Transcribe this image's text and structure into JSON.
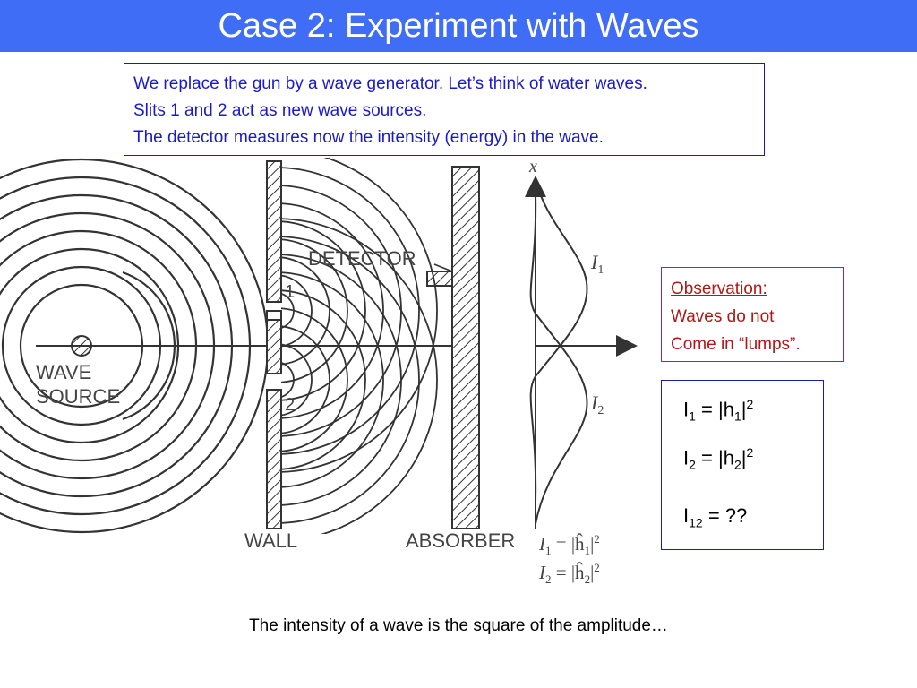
{
  "slide": {
    "title": "Case 2: Experiment with Waves",
    "intro_lines": [
      "We replace the gun by a wave generator. Let’s think of water waves.",
      "Slits 1 and 2 act as new wave sources.",
      "The detector measures now the intensity (energy) in the wave."
    ],
    "observation": {
      "heading": "Observation:",
      "lines": [
        "Waves do not",
        "Come in “lumps”."
      ]
    },
    "formulas": [
      {
        "base": "I",
        "sub": "1",
        "mid": " = |h",
        "sub2": "1",
        "end": "|",
        "sup": "2"
      },
      {
        "base": "I",
        "sub": "2",
        "mid": " = |h",
        "sub2": "2",
        "end": "|",
        "sup": "2"
      },
      {
        "base": "I",
        "sub": "12",
        "mid": " = ??"
      }
    ],
    "footer": "The intensity of a wave is the square of the amplitude…"
  },
  "diagram": {
    "labels": {
      "wave_source_1": "WAVE",
      "wave_source_2": "SOURCE",
      "detector": "DETECTOR",
      "slit1": "1",
      "slit2": "2",
      "wall": "WALL",
      "absorber": "ABSORBER",
      "axis_x": "x",
      "curve1": "I",
      "curve1_sub": "1",
      "curve2": "I",
      "curve2_sub": "2",
      "eq1_lhs": "I",
      "eq1_sub": "1",
      "eq1_rhs": " = |ĥ",
      "eq1_rsub": "1",
      "eq1_end": "|",
      "eq1_sup": "2",
      "eq2_lhs": "I",
      "eq2_sub": "2",
      "eq2_rhs": " = |ĥ",
      "eq2_rsub": "2",
      "eq2_end": "|",
      "eq2_sup": "2"
    }
  },
  "colors": {
    "title_bg": "#3f6df5",
    "intro_text": "#1a1acc",
    "observation_text": "#b01818"
  }
}
